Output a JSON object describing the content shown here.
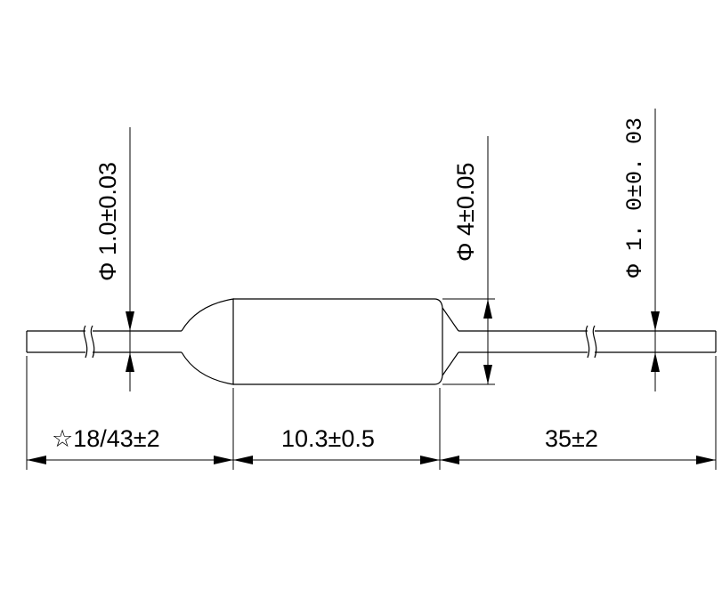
{
  "drawing": {
    "dim_wire_left_diameter": "Φ 1.0±0.03",
    "dim_body_diameter": "Φ 4±0.05",
    "dim_wire_right_diameter": "Φ 1. 0±0. 03",
    "dim_left_lead_length": "☆18/43±2",
    "dim_body_length": "10.3±0.5",
    "dim_right_lead_length": "35±2"
  }
}
